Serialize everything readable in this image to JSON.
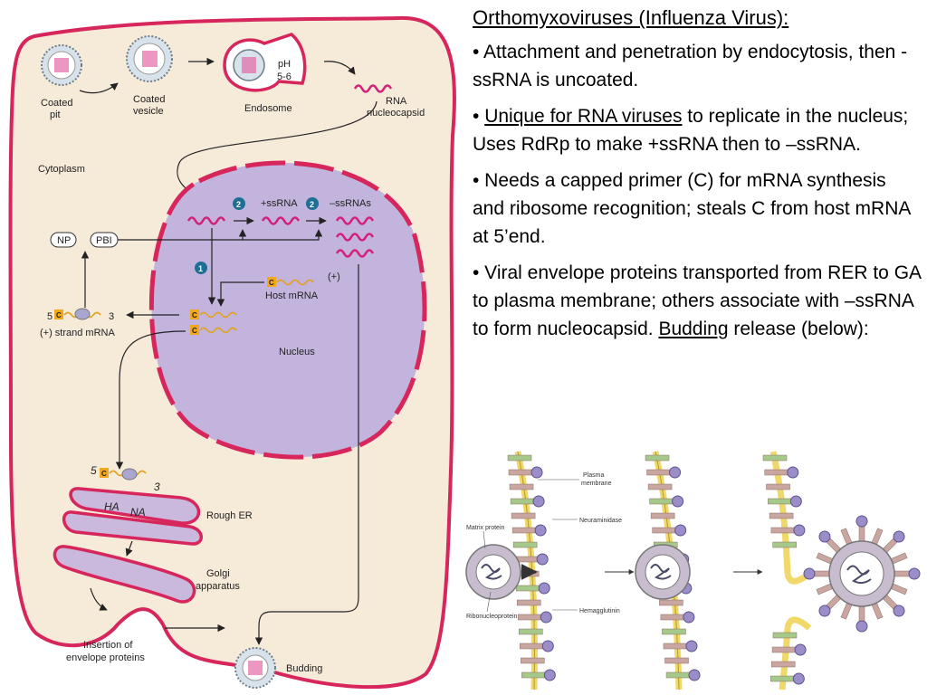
{
  "text": {
    "heading": "Orthomyxoviruses (Influenza Virus):",
    "b1": "• Attachment and penetration by endocytosis, then -ssRNA is uncoated.",
    "b2_pre": "• ",
    "b2_u": "Unique for RNA viruses",
    "b2_post": " to replicate in the nucleus; Uses RdRp to make +ssRNA then to –ssRNA.",
    "b3": "• Needs a capped primer (C) for mRNA synthesis and ribosome recognition; steals C from host mRNA at 5’end.",
    "b4_pre": "• Viral envelope proteins transported from RER to GA to plasma membrane; others associate with –ssRNA to form nucleocapsid.  ",
    "b4_u": "Budding",
    "b4_post": " release (below):"
  },
  "cell": {
    "coated_pit_1": "Coated",
    "coated_pit_2": "pit",
    "coated_vesicle_1": "Coated",
    "coated_vesicle_2": "vesicle",
    "endosome": "Endosome",
    "ph_1": "pH",
    "ph_2": "5-6",
    "rna_1": "RNA",
    "rna_2": "nucleocapsid",
    "cytoplasm": "Cytoplasm",
    "np": "NP",
    "pbi": "PBI",
    "badge_1": "1",
    "badge_2": "2",
    "plus_ssrna": "+ssRNA",
    "minus_ssrnas": "–ssRNAs",
    "cap": "C",
    "plus_sign": "(+)",
    "host_mrna": "Host mRNA",
    "five": "5",
    "three": "3",
    "plus_strand_mrna": "(+) strand mRNA",
    "nucleus": "Nucleus",
    "ha": "HA",
    "na": "NA",
    "rough_er": "Rough ER",
    "golgi_1": "Golgi",
    "golgi_2": "apparatus",
    "insertion_1": "Insertion of",
    "insertion_2": "envelope proteins",
    "budding": "Budding"
  },
  "budding_fig": {
    "plasma_1": "Plasma",
    "plasma_2": "membrane",
    "neuraminidase": "Neuraminidase",
    "matrix_protein": "Matrix protein",
    "ribonucleoprotein": "Ribonucleoprotein",
    "hemagglutinin": "Hemagglutinin"
  },
  "colors": {
    "cell_fill": "#f6ead9",
    "membrane": "#d6265c",
    "nucleus_fill": "#c2b4dc",
    "er_fill": "#cbb8dd",
    "rna_wave": "#d4207a",
    "badge": "#1f6f95",
    "cap_fill": "#f2a81c",
    "budding_membrane": "#f0d86a",
    "ha_spike": "#c9a6a0",
    "na_ball": "#9b8ec8"
  }
}
